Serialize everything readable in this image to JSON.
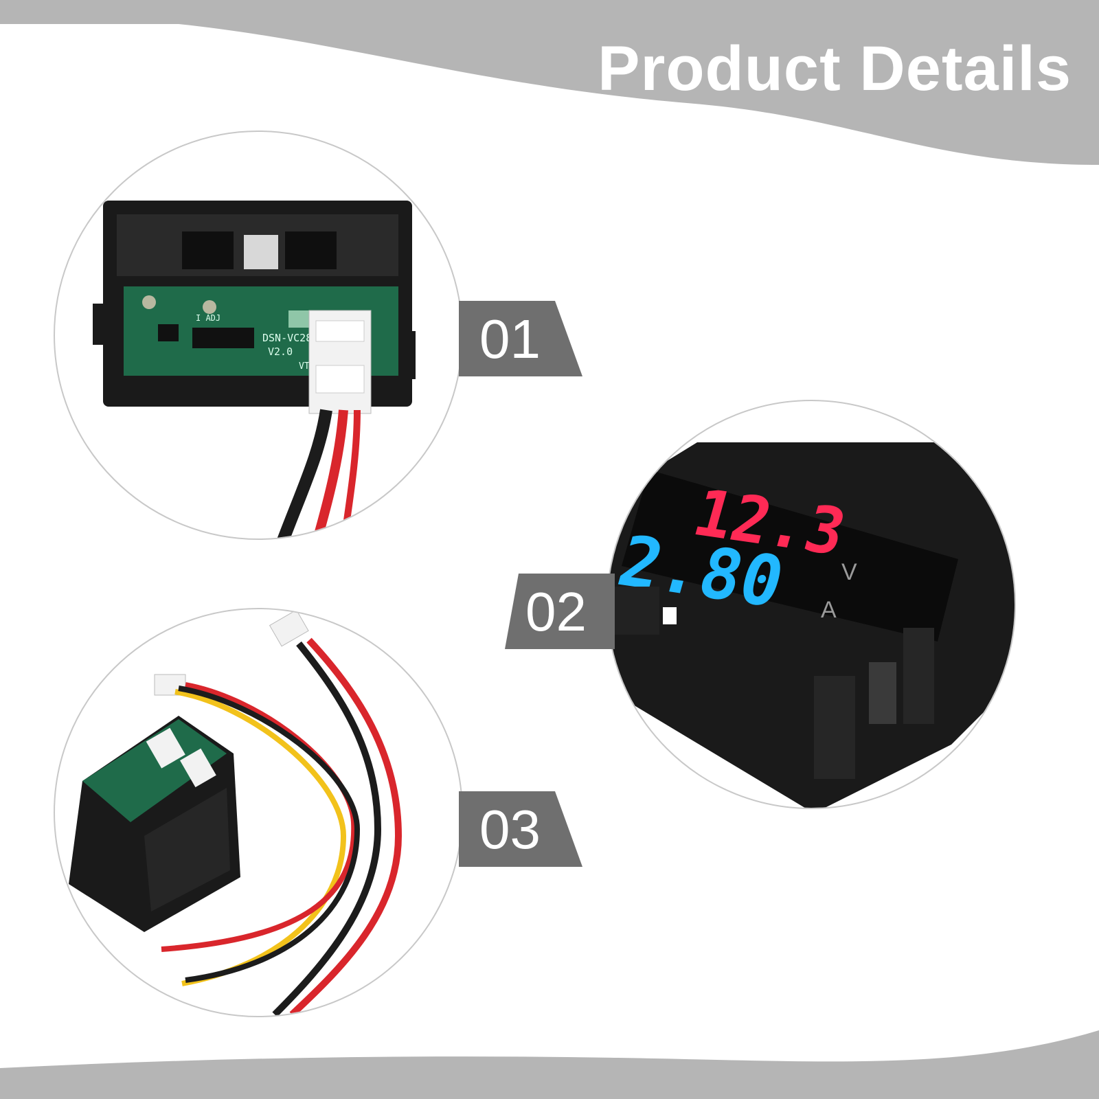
{
  "header": {
    "title": "Product Details"
  },
  "callouts": [
    {
      "label": "01"
    },
    {
      "label": "02"
    },
    {
      "label": "03"
    }
  ],
  "meter_display": {
    "voltage_reading": "12.3",
    "current_reading": "2.80",
    "voltage_unit": "V",
    "current_unit": "A",
    "voltage_color": "#ff2a55",
    "current_color": "#22b8ff"
  },
  "pcb_marking": {
    "model": "DSN-VC288",
    "version": "V2.0",
    "pin": "VT",
    "pot_label": "I ADJ"
  },
  "colors": {
    "banner_gray": "#b5b5b5",
    "tag_gray": "#6f6f6f",
    "wire_red": "#d9262c",
    "wire_black": "#1c1c1c",
    "wire_yellow": "#f2c21b",
    "pcb_green": "#1f6b4a",
    "housing_black": "#1a1a1a"
  }
}
